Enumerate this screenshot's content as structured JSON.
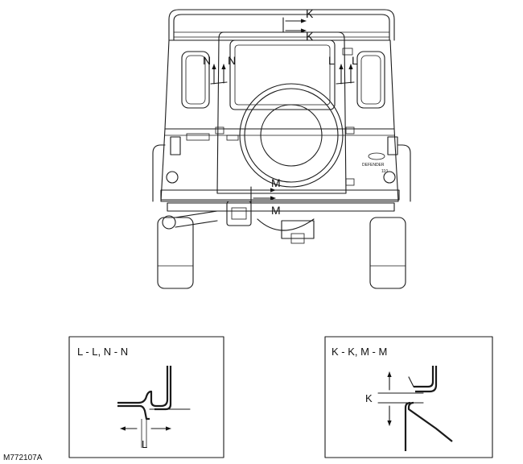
{
  "figure_id": "M772107A",
  "markers": {
    "k": "K",
    "l": "L",
    "m": "M",
    "n": "N"
  },
  "detail_left": {
    "title": "L - L, N - N",
    "dimension_label": "L"
  },
  "detail_right": {
    "title": "K - K, M - M",
    "dimension_label": "K"
  },
  "badge": {
    "model": "DEFENDER",
    "number": "110"
  }
}
